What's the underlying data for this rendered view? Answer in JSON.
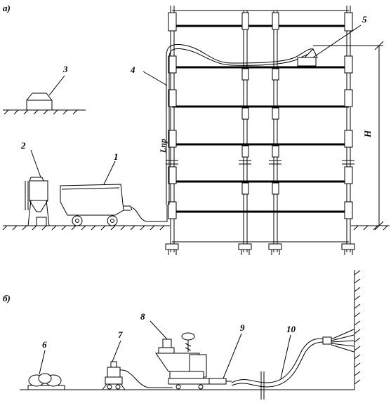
{
  "figure": {
    "panel_a_label": "а)",
    "panel_b_label": "б)",
    "callouts_a": [
      "1",
      "2",
      "3",
      "4",
      "5"
    ],
    "callouts_b": [
      "6",
      "7",
      "8",
      "9",
      "10"
    ],
    "dim_height_label": "H",
    "dim_pipe_label": "Lпр"
  }
}
